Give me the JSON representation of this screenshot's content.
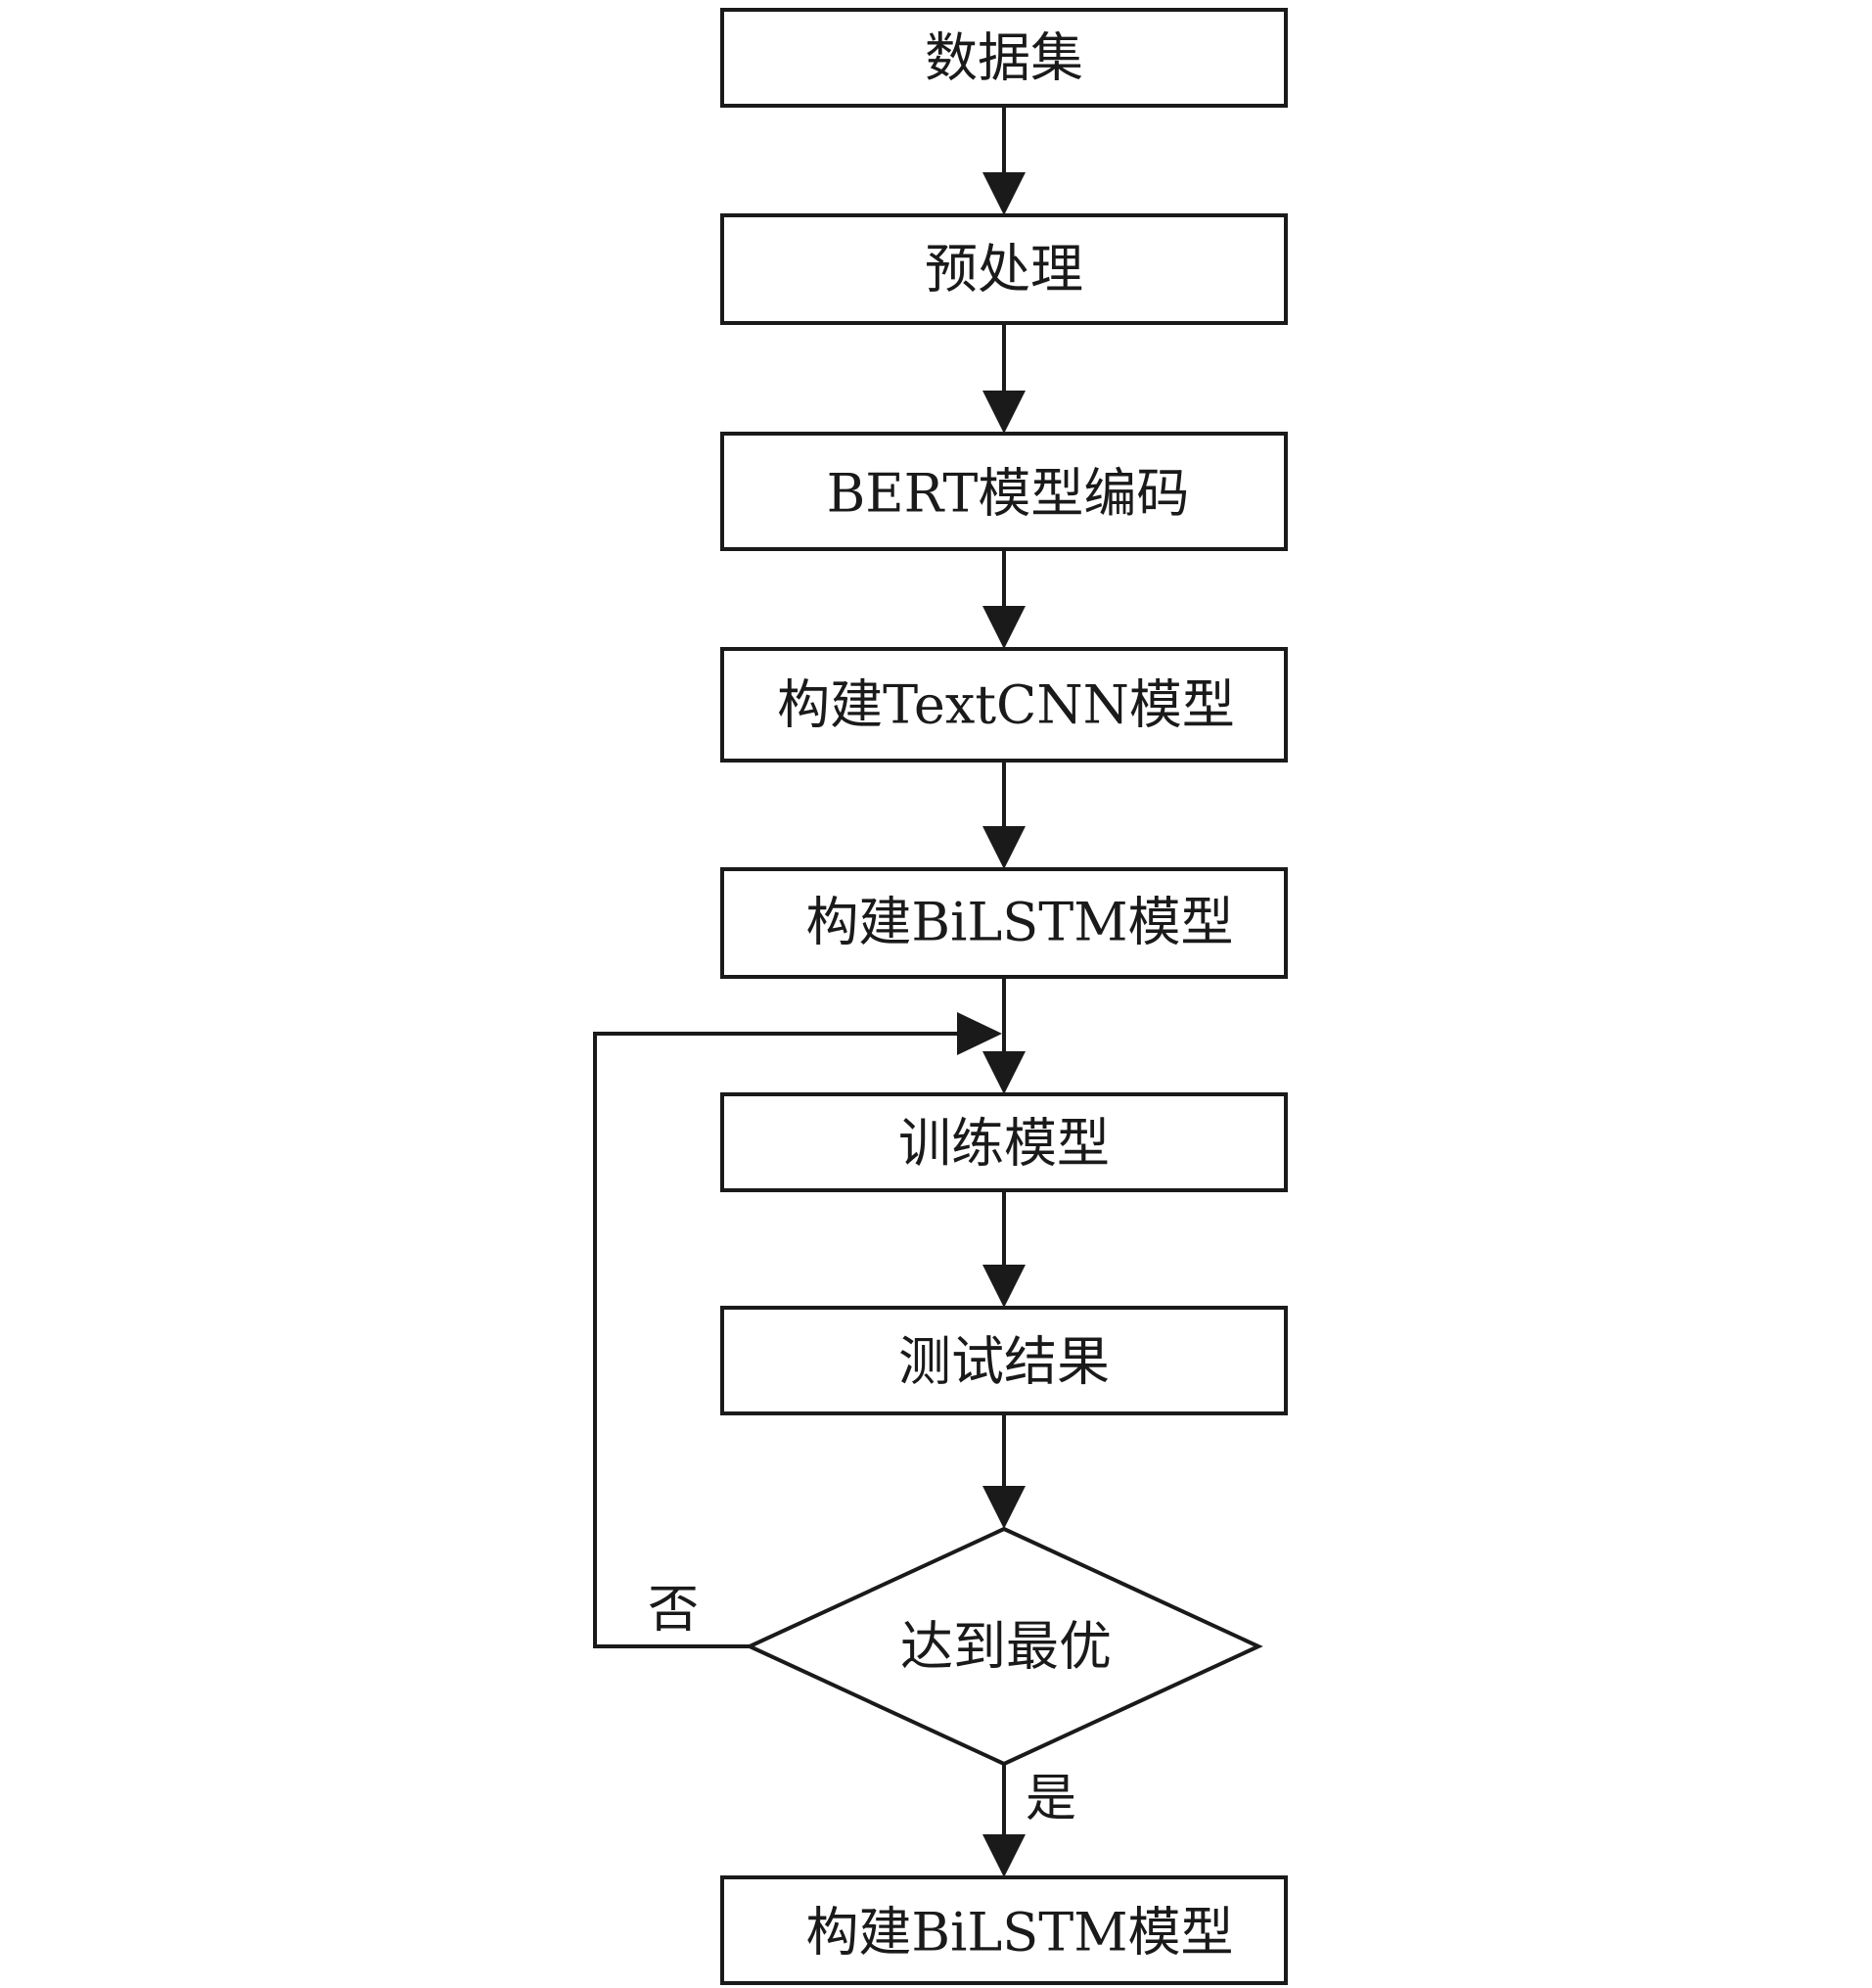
{
  "nodes": {
    "dataset": "数据集",
    "preprocess": "预处理",
    "bert": "BERT模型编码",
    "textcnn": "构建TextCNN模型",
    "bilstm": "构建BiLSTM模型",
    "train": "训练模型",
    "test": "测试结果",
    "decision": "达到最优",
    "final": "构建BiLSTM模型"
  },
  "edges": {
    "no_label": "否",
    "yes_label": "是"
  },
  "colors": {
    "stroke": "#1a1a1a",
    "background": "#ffffff"
  }
}
